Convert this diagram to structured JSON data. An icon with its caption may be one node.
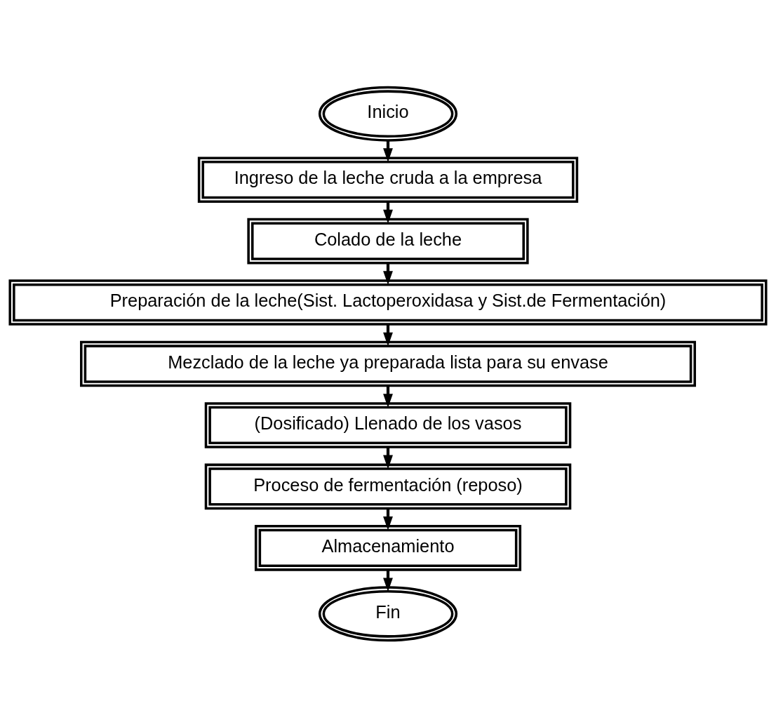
{
  "diagram": {
    "nodes": [
      {
        "text": [
          "Inicio"
        ]
      },
      {
        "text": [
          "Ingreso de la leche cruda a la empresa"
        ]
      },
      {
        "text": [
          "Colado de la leche"
        ]
      },
      {
        "text": [
          "Preparación de la leche(Sist. Lactoperoxidasa y Sist.de Fermentación)"
        ]
      },
      {
        "text": [
          "Mezclado de la leche ya preparada lista para su envase"
        ]
      },
      {
        "text": [
          "(Dosificado) Llenado de los vasos"
        ]
      },
      {
        "text": [
          "Proceso de fermentación (reposo)"
        ]
      },
      {
        "text": [
          "Almacenamiento"
        ]
      },
      {
        "text": [
          "Fin"
        ]
      }
    ],
    "edges": [
      {
        "from": 0,
        "to": 1,
        "arrow": "to"
      },
      {
        "from": 1,
        "to": 2,
        "arrow": "to"
      },
      {
        "from": 2,
        "to": 3,
        "arrow": "to"
      },
      {
        "from": 3,
        "to": 4,
        "arrow": "to"
      },
      {
        "from": 4,
        "to": 5,
        "arrow": "to"
      },
      {
        "from": 5,
        "to": 6,
        "arrow": "to"
      },
      {
        "from": 6,
        "to": 7,
        "arrow": "to"
      },
      {
        "from": 7,
        "to": 8,
        "arrow": "to"
      }
    ]
  }
}
